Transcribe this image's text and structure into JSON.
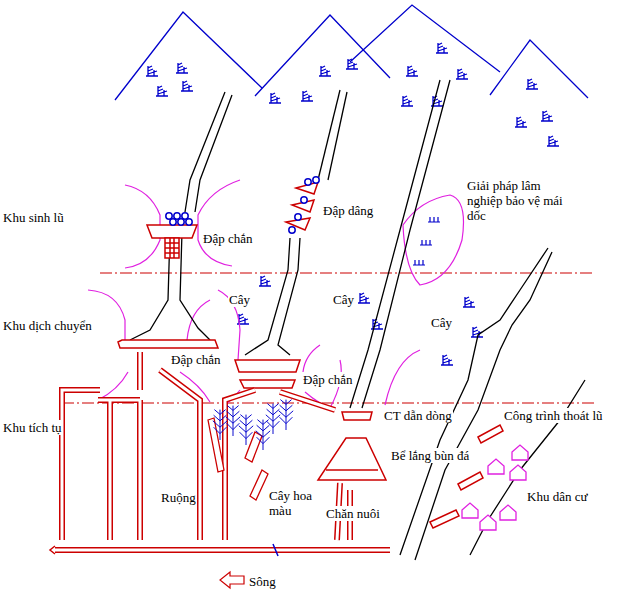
{
  "diagram": {
    "labels": [
      "Khu sinh lũ",
      "Đập chắn",
      "Đập dâng",
      "Giải pháp lâm nghiệp bảo vệ mái dốc",
      "Khu dịch chuyển",
      "Cây",
      "Cây",
      "Cây",
      "Đập chắn",
      "Đập chắn",
      "Khu tích tụ",
      "CT dẫn dòng",
      "Công trình thoát lũ",
      "Bể lắng bùn đá",
      "Ruộng",
      "Cây hoa màu",
      "Chăn nuôi",
      "Khu dân cư",
      "Sông"
    ]
  }
}
